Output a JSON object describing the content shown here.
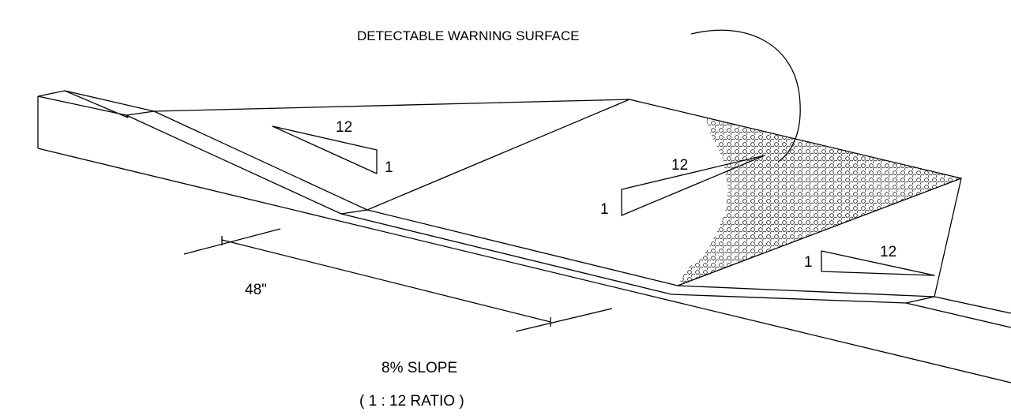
{
  "labels": {
    "warning": "DETECTABLE WARNING SURFACE",
    "ratio_run_left": "12",
    "ratio_rise_left": "1",
    "ratio_run_mid": "12",
    "ratio_rise_mid": "1",
    "ratio_run_right": "12",
    "ratio_rise_right": "1",
    "dimension": "48\"",
    "slope": "8% SLOPE",
    "ratio": "( 1 : 12 RATIO )"
  },
  "colors": {
    "line": "#000000",
    "background": "#ffffff"
  }
}
